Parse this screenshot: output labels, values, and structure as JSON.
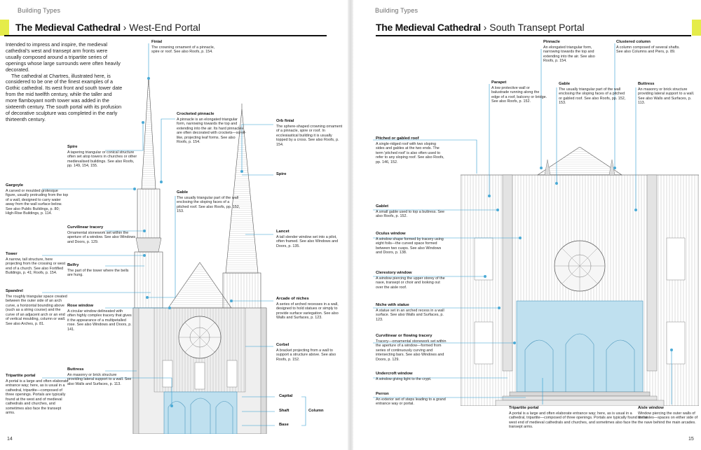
{
  "left": {
    "section": "Building Types",
    "title_strong": "The Medieval Cathedral",
    "title_sep": " › ",
    "title_thin": "West-End Portal",
    "intro_p1": "Intended to impress and inspire, the medieval cathedral's west and transept arm fronts were usually composed around a tripartite series of openings whose large surrounds were often heavily decorated.",
    "intro_p2": "The cathedral at Chartres, illustrated here, is considered to be one of the finest examples of a Gothic cathedral. Its west front and south tower date from the mid twelfth century, while the taller and more flamboyant north tower was added in the sixteenth century. The south portal with its profusion of decorative sculpture was completed in the early thirteenth century.",
    "folio": "14",
    "labels": {
      "finial": {
        "h": "Finial",
        "t": "The crowning ornament of a pinnacle, spire or roof. See also Roofs, p. 154."
      },
      "crocketed": {
        "h": "Crocketed pinnacle",
        "t": "A pinnacle is an elongated triangular form, narrowing towards the top and extending into the air. Its hard pinnacles are often decorated with crockets—scroll-like, projecting leaf forms. See also Roofs, p. 154."
      },
      "orb": {
        "h": "Orb finial",
        "t": "The sphere-shaped crowning ornament of a pinnacle, spire or roof. In ecclesiastical building it is usually topped by a cross. See also Roofs, p. 154."
      },
      "spire": {
        "h": "Spire",
        "t": "A tapering triangular or conical structure often set atop towers in churches or other medievalised buildings. See also Roofs, pp. 149, 154, 155."
      },
      "spire_r": {
        "h": "Spire",
        "t": ""
      },
      "gargoyle": {
        "h": "Gargoyle",
        "t": "A carved or moulded grotesque figure, usually protruding from the top of a wall, designed to carry water away from the wall surface below. See also Public Buildings, p. 80; High-Rise Buildings, p. 114."
      },
      "gable": {
        "h": "Gable",
        "t": "The usually triangular part of the wall enclosing the sloping faces of a pitched roof. See also Roofs, pp. 152, 153."
      },
      "curvilinear": {
        "h": "Curvilinear tracery",
        "t": "Ornamental stonework set within the aperture of a window. See also Windows and Doors, p. 129."
      },
      "lancet": {
        "h": "Lancet",
        "t": "A tall slender window set into a pilot, often framed. See also Windows and Doors, p. 135."
      },
      "tower": {
        "h": "Tower",
        "t": "A narrow, tall structure, here projecting from the crossing or west end of a church. See also Fortified Buildings, p. 41; Roofs, p. 154."
      },
      "belfry": {
        "h": "Belfry",
        "t": "The part of the tower where the bells are hung."
      },
      "spandrel": {
        "h": "Spandrel",
        "t": "The roughly triangular space created between the outer side of an arch curve, a horizontal bounding above (such as a string course) and the curve of an adjacent arch or an end of vertical moulding, column or wall. See also Arches, p. 81."
      },
      "rose": {
        "h": "Rose window",
        "t": "A circular window delineated with often highly complex tracery that gives it the appearance of a multipetalled rose. See also Windows and Doors, p. 141."
      },
      "arcade": {
        "h": "Arcade of niches",
        "t": "A series of arched recesses in a wall, designed to hold statues or simply to provide surface variegation. See also Walls and Surfaces, p. 123."
      },
      "corbel": {
        "h": "Corbel",
        "t": "A bracket projecting from a wall to support a structure above. See also Roofs, p. 152."
      },
      "buttress": {
        "h": "Buttress",
        "t": "An masonry or brick structure providing lateral support to a wall. See also Walls and Surfaces, p. 113."
      },
      "tripartite": {
        "h": "Tripartite portal",
        "t": "A portal is a large and often elaborate entrance way; here, as is usual in a cathedral, tripartite—composed of three openings. Portals are typically found at the west and of medieval cathedrals and churches, and sometimes also face the transept arms."
      },
      "capital": {
        "h": "Capital",
        "t": ""
      },
      "shaft": {
        "h": "Shaft",
        "t": ""
      },
      "base": {
        "h": "Base",
        "t": ""
      },
      "column": {
        "h": "Column",
        "t": ""
      }
    }
  },
  "right": {
    "section": "Building Types",
    "title_strong": "The Medieval Cathedral",
    "title_sep": " › ",
    "title_thin": "South Transept Portal",
    "folio": "15",
    "labels": {
      "pinnacle": {
        "h": "Pinnacle",
        "t": "An elongated triangular form, narrowing towards the top and extending into the air. See also Roofs, p. 154."
      },
      "clustered": {
        "h": "Clustered column",
        "t": "A column composed of several shafts. See also Columns and Piers, p. 89."
      },
      "parapet": {
        "h": "Parapet",
        "t": "A low protective wall or balustrade running along the edge of a roof, balcony or bridge. See also Roofs, p. 152."
      },
      "gable": {
        "h": "Gable",
        "t": "The usually triangular part of the wall enclosing the sloping faces of a pitched or gabled roof. See also Roofs, pp. 152, 153."
      },
      "buttress": {
        "h": "Buttress",
        "t": "An masonry or brick structure providing lateral support to a wall. See also Walls and Surfaces, p. 113."
      },
      "pitched": {
        "h": "Pitched or gabled roof",
        "t": "A single-ridged roof with two sloping sides and gables at the two ends. The term 'pitched roof' is also often used to refer to any sloping roof. See also Roofs, pp. 146, 152."
      },
      "gablet": {
        "h": "Gablet",
        "t": "A small gable used to top a buttress. See also Roofs, p. 152."
      },
      "oculus": {
        "h": "Oculus window",
        "t": "A window shape formed by tracery using eight foils—the curved space formed between two cusps. See also Windows and Doors, p. 138."
      },
      "clerestory": {
        "h": "Clerestory window",
        "t": "A window piercing the upper storey of the nave, transept or choir and looking out over the aisle roof."
      },
      "niche": {
        "h": "Niche with statue",
        "t": "A statue set in an arched recess in a wall surface. See also Walls and Surfaces, p. 123."
      },
      "curvilinear": {
        "h": "Curvilinear or flowing tracery",
        "t": "Tracery—ornamental stonework set within the aperture of a window—formed from series of continuously curving and intersecting bars. See also Windows and Doors, p. 129."
      },
      "undercroft": {
        "h": "Undercroft window",
        "t": "A window giving light to the crypt."
      },
      "perron": {
        "h": "Perron",
        "t": "An exterior set of steps leading to a grand entrance way or portal."
      },
      "tripartite": {
        "h": "Tripartite portal",
        "t": "A portal is a large and often elaborate entrance way; here, as is usual in a cathedral, tripartite—composed of three openings. Portals are typically found at the west end of medieval cathedrals and churches, and sometimes also face the transept arms."
      },
      "aisle": {
        "h": "Aisle window",
        "t": "Window piercing the outer walls of the aisles—spaces on either side of the nave behind the main arcades."
      }
    }
  },
  "colors": {
    "accent_yellow": "#e5ec4a",
    "highlight_blue": "#bfe0ef",
    "leader_blue": "#2d9bd0",
    "ink": "#1a1a1a"
  }
}
